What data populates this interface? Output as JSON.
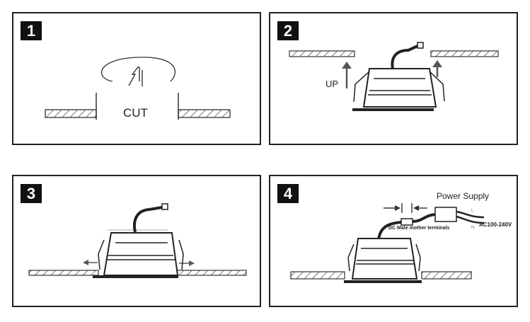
{
  "steps": [
    {
      "number": "1",
      "label": "CUT"
    },
    {
      "number": "2",
      "label": "UP"
    },
    {
      "number": "3"
    },
    {
      "number": "4",
      "power_supply": "Power Supply",
      "terminals": "DC Male mother terminals",
      "voltage": "AC100-240V",
      "wire_mark_l": "L",
      "wire_mark_n": "N"
    }
  ]
}
